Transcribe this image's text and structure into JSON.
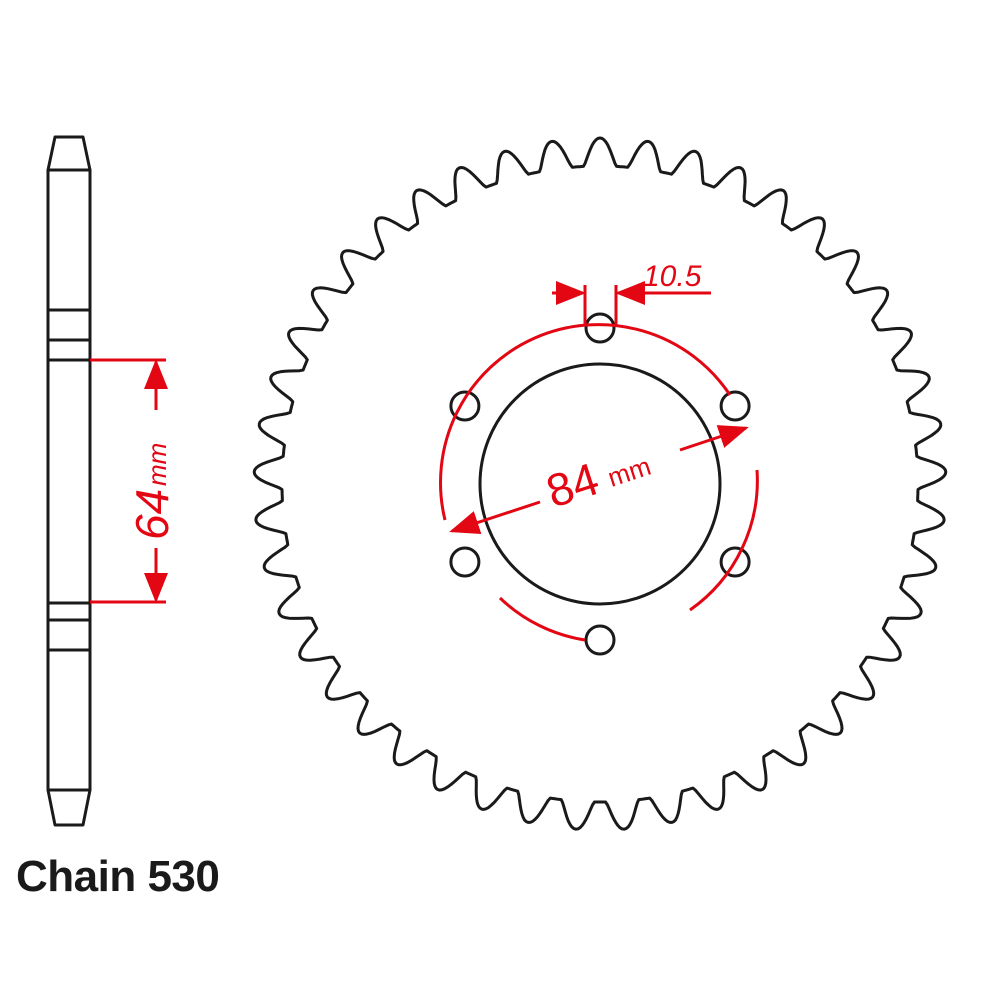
{
  "caption": "Chain 530",
  "dimensions": {
    "bolt_circle": {
      "value": "84",
      "unit": "mm"
    },
    "hub_offset": {
      "value": "64",
      "unit": "mm"
    },
    "bolt_hole": {
      "value": "10.5"
    }
  },
  "colors": {
    "outline": "#1a1a1a",
    "dimension": "#e30613",
    "background": "#ffffff"
  }
}
